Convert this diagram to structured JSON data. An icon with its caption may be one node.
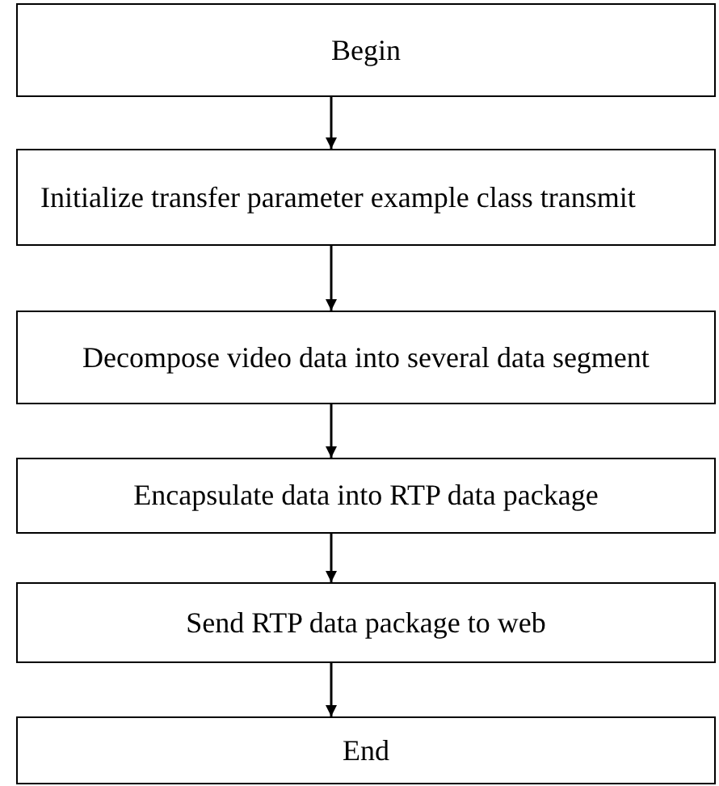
{
  "diagram": {
    "nodes": [
      {
        "text": [
          "Begin"
        ]
      },
      {
        "text": [
          "Initialize transfer parameter example class transmit"
        ]
      },
      {
        "text": [
          "Decompose video data into several data segment"
        ]
      },
      {
        "text": [
          "Encapsulate data into RTP data package"
        ]
      },
      {
        "text": [
          "Send RTP data package to web"
        ]
      },
      {
        "text": [
          "End"
        ]
      }
    ],
    "edges": [
      {
        "from": 0,
        "to": 1,
        "arrow": "to"
      },
      {
        "from": 1,
        "to": 2,
        "arrow": "to"
      },
      {
        "from": 2,
        "to": 3,
        "arrow": "to"
      },
      {
        "from": 3,
        "to": 4,
        "arrow": "to"
      },
      {
        "from": 4,
        "to": 5,
        "arrow": "to"
      }
    ]
  }
}
